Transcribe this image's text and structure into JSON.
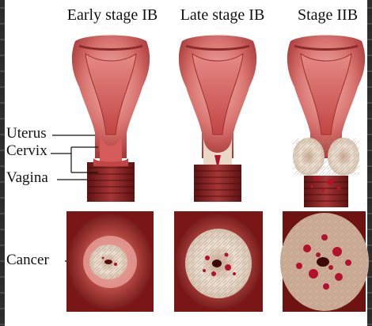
{
  "stages": [
    {
      "title": "Early stage IB"
    },
    {
      "title": "Late stage IB"
    },
    {
      "title": "Stage IIB"
    }
  ],
  "labels": {
    "uterus": "Uterus",
    "cervix": "Cervix",
    "vagina": "Vagina",
    "cancer": "Cancer"
  },
  "colors": {
    "tissue_outer": "#e8a0a0",
    "tissue_inner": "#c23a3a",
    "cavity": "#e07b7b",
    "vagina_wall": "#7a1a1a",
    "tumor": "#e8d7c4",
    "blood": "#b3122e"
  }
}
